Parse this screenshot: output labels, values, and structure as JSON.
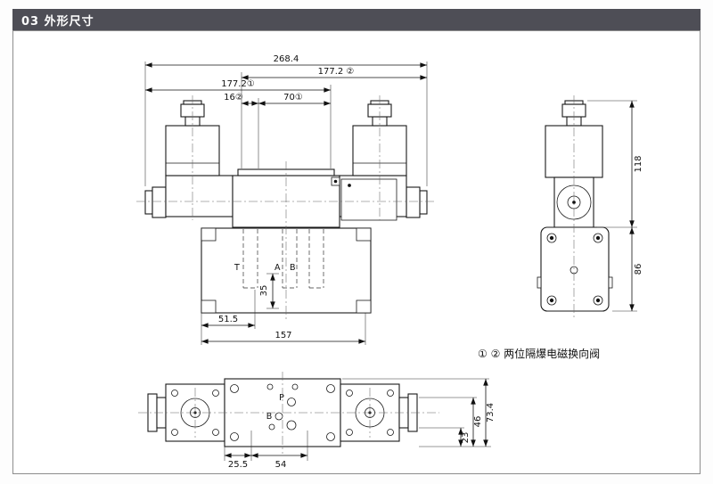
{
  "header": {
    "title": "03 外形尺寸",
    "bar_color": "#4e4e56",
    "text_color": "#ffffff"
  },
  "drawing": {
    "line_color": "#1a1a1a",
    "caption": "① ② 两位隔爆电磁换向阀",
    "front_view": {
      "dim_overall_width": "268.4",
      "dim_width_var2": "177.2 ②",
      "dim_width_var1": "177.2①",
      "dim_port_offset": "16②",
      "dim_port_span": "70①",
      "dim_depth": "35",
      "dim_foot_left": "51.5",
      "dim_foot_span": "157",
      "port_t": "T",
      "port_a": "A",
      "port_b": "B"
    },
    "side_view": {
      "dim_solenoid_height": "118",
      "dim_body_height": "86"
    },
    "top_view": {
      "dim_port_x1": "25.5",
      "dim_port_x2": "54",
      "dim_y1": "23",
      "dim_y2": "46",
      "dim_overall_depth": "73.4",
      "port_p": "P",
      "port_b": "B"
    }
  }
}
